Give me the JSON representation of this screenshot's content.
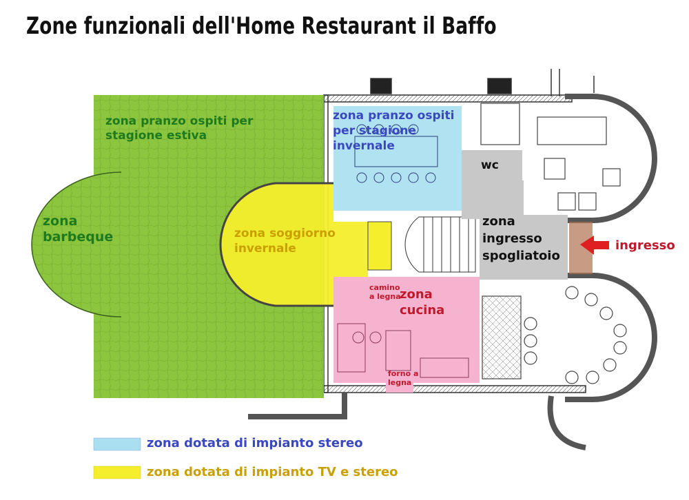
{
  "title": "Zone funzionali dell'Home Restaurant il Baffo",
  "zones": {
    "summer": "zona pranzo ospiti per stagione estiva",
    "summer_line1": "zona pranzo ospiti per",
    "summer_line2": "stagione estiva",
    "bbq_line1": "zona",
    "bbq_line2": "barbeque",
    "winter_line1": "zona pranzo ospiti",
    "winter_line2": "per stagione",
    "winter_line3": "invernale",
    "living_line1": "zona soggiorno",
    "living_line2": "invernale",
    "wc": "wc",
    "entrance_line1": "zona",
    "entrance_line2": "ingresso",
    "entrance_line3": "spogliatoio",
    "fireplace_line1": "camino",
    "fireplace_line2": "a legna",
    "kitchen_line1": "zona",
    "kitchen_line2": "cucina",
    "oven_line1": "forno a",
    "oven_line2": "legna",
    "ingresso": "ingresso"
  },
  "legend": [
    {
      "color": "#a9dff0",
      "label": "zona dotata di impianto stereo"
    },
    {
      "color": "#f4ee2c",
      "label": "zona dotata di impianto TV e stereo"
    }
  ],
  "colors": {
    "green": "#8cc63e",
    "blue": "#a9dff0",
    "yellow": "#f4ee2c",
    "pink": "#f5b3cf",
    "grey": "#c8c8c8",
    "arrow": "#e02020"
  }
}
